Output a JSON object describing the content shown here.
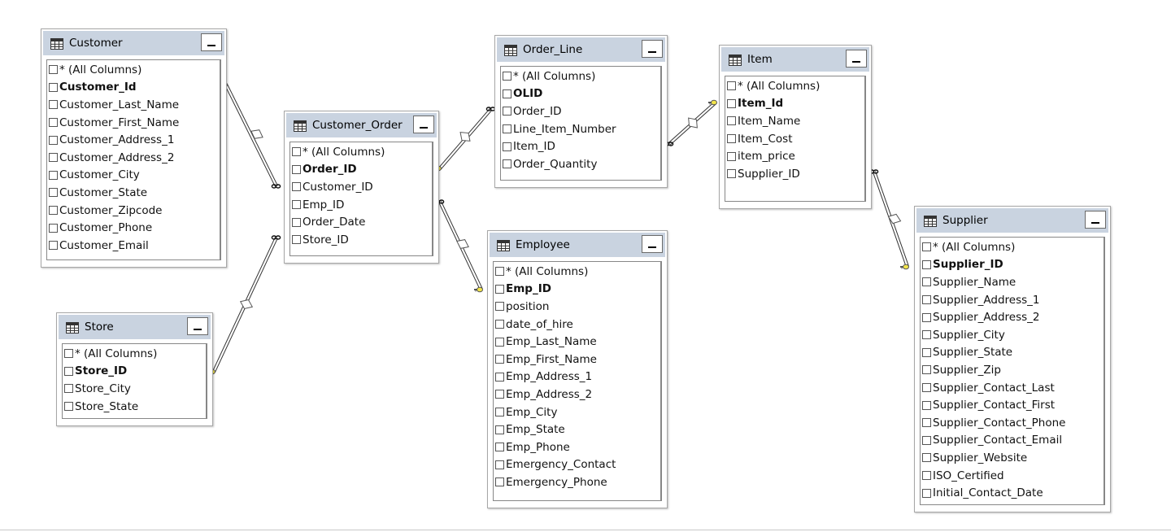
{
  "tables": [
    {
      "name": "customer",
      "title": "Customer",
      "columns": [
        {
          "label": "* (All Columns)",
          "key": false
        },
        {
          "label": "Customer_Id",
          "key": true
        },
        {
          "label": "Customer_Last_Name",
          "key": false
        },
        {
          "label": "Customer_First_Name",
          "key": false
        },
        {
          "label": "Customer_Address_1",
          "key": false
        },
        {
          "label": "Customer_Address_2",
          "key": false
        },
        {
          "label": "Customer_City",
          "key": false
        },
        {
          "label": "Customer_State",
          "key": false
        },
        {
          "label": "Customer_Zipcode",
          "key": false
        },
        {
          "label": "Customer_Phone",
          "key": false
        },
        {
          "label": "Customer_Email",
          "key": false
        }
      ]
    },
    {
      "name": "customer-order",
      "title": "Customer_Order",
      "columns": [
        {
          "label": "* (All Columns)",
          "key": false
        },
        {
          "label": "Order_ID",
          "key": true
        },
        {
          "label": "Customer_ID",
          "key": false
        },
        {
          "label": "Emp_ID",
          "key": false
        },
        {
          "label": "Order_Date",
          "key": false
        },
        {
          "label": "Store_ID",
          "key": false
        }
      ]
    },
    {
      "name": "order-line",
      "title": "Order_Line",
      "columns": [
        {
          "label": "* (All Columns)",
          "key": false
        },
        {
          "label": "OLID",
          "key": true
        },
        {
          "label": "Order_ID",
          "key": false
        },
        {
          "label": "Line_Item_Number",
          "key": false
        },
        {
          "label": "Item_ID",
          "key": false
        },
        {
          "label": "Order_Quantity",
          "key": false
        }
      ]
    },
    {
      "name": "item",
      "title": "Item",
      "columns": [
        {
          "label": "* (All Columns)",
          "key": false
        },
        {
          "label": "Item_Id",
          "key": true
        },
        {
          "label": "Item_Name",
          "key": false
        },
        {
          "label": "Item_Cost",
          "key": false
        },
        {
          "label": "item_price",
          "key": false
        },
        {
          "label": "Supplier_ID",
          "key": false
        }
      ]
    },
    {
      "name": "store",
      "title": "Store",
      "columns": [
        {
          "label": "* (All Columns)",
          "key": false
        },
        {
          "label": "Store_ID",
          "key": true
        },
        {
          "label": "Store_City",
          "key": false
        },
        {
          "label": "Store_State",
          "key": false
        }
      ]
    },
    {
      "name": "employee",
      "title": "Employee",
      "columns": [
        {
          "label": "* (All Columns)",
          "key": false
        },
        {
          "label": "Emp_ID",
          "key": true
        },
        {
          "label": "position",
          "key": false
        },
        {
          "label": "date_of_hire",
          "key": false
        },
        {
          "label": "Emp_Last_Name",
          "key": false
        },
        {
          "label": "Emp_First_Name",
          "key": false
        },
        {
          "label": "Emp_Address_1",
          "key": false
        },
        {
          "label": "Emp_Address_2",
          "key": false
        },
        {
          "label": "Emp_City",
          "key": false
        },
        {
          "label": "Emp_State",
          "key": false
        },
        {
          "label": "Emp_Phone",
          "key": false
        },
        {
          "label": "Emergency_Contact",
          "key": false
        },
        {
          "label": "Emergency_Phone",
          "key": false
        }
      ]
    },
    {
      "name": "supplier",
      "title": "Supplier",
      "columns": [
        {
          "label": "* (All Columns)",
          "key": false
        },
        {
          "label": "Supplier_ID",
          "key": true
        },
        {
          "label": "Supplier_Name",
          "key": false
        },
        {
          "label": "Supplier_Address_1",
          "key": false
        },
        {
          "label": "Supplier_Address_2",
          "key": false
        },
        {
          "label": "Supplier_City",
          "key": false
        },
        {
          "label": "Supplier_State",
          "key": false
        },
        {
          "label": "Supplier_Zip",
          "key": false
        },
        {
          "label": "Supplier_Contact_Last",
          "key": false
        },
        {
          "label": "Supplier_Contact_First",
          "key": false
        },
        {
          "label": "Supplier_Contact_Phone",
          "key": false
        },
        {
          "label": "Supplier_Contact_Email",
          "key": false
        },
        {
          "label": "Supplier_Website",
          "key": false
        },
        {
          "label": "ISO_Certified",
          "key": false
        },
        {
          "label": "Initial_Contact_Date",
          "key": false
        }
      ]
    }
  ],
  "relationships": [
    {
      "name": "customer-to-customer-order",
      "one_side": "Customer",
      "many_side": "Customer_Order"
    },
    {
      "name": "store-to-customer-order",
      "one_side": "Store",
      "many_side": "Customer_Order"
    },
    {
      "name": "customer-order-to-order-line",
      "one_side": "Customer_Order",
      "many_side": "Order_Line"
    },
    {
      "name": "employee-to-customer-order",
      "one_side": "Employee",
      "many_side": "Customer_Order"
    },
    {
      "name": "item-to-order-line",
      "one_side": "Item",
      "many_side": "Order_Line"
    },
    {
      "name": "supplier-to-item",
      "one_side": "Supplier",
      "many_side": "Item"
    }
  ],
  "colors": {
    "header": "#c9d3e0",
    "key_icon": "#f2e44a",
    "line": "#333333",
    "border": "#a7a7a7"
  },
  "icons": {
    "table": "table-grid-icon",
    "minimize": "minimize-icon",
    "key": "key-icon",
    "many": "infinity-icon",
    "join": "diamond-icon"
  }
}
